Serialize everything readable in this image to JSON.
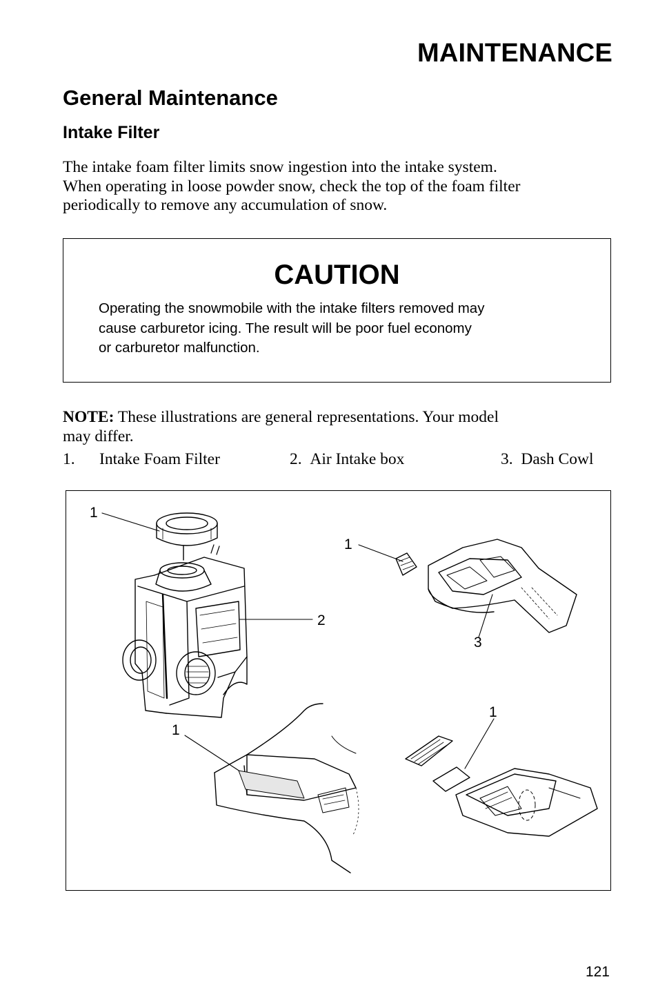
{
  "header": {
    "section": "MAINTENANCE"
  },
  "headings": {
    "main": "General Maintenance",
    "sub": "Intake Filter"
  },
  "intro": {
    "lines": [
      "The intake foam filter limits snow ingestion into the intake system.",
      "When operating in loose powder snow, check the top of the foam filter",
      "periodically to remove any accumulation of snow."
    ]
  },
  "caution": {
    "title": "CAUTION",
    "lines": [
      "Operating the snowmobile with the intake filters removed may",
      "cause carburetor icing.  The result will be poor fuel economy",
      "or carburetor malfunction."
    ]
  },
  "note": {
    "label": "NOTE:",
    "line1": " These illustrations are general representations.  Your model",
    "line2": "may differ."
  },
  "legend": [
    {
      "number": "1.",
      "label": "Intake Foam Filter"
    },
    {
      "number": "2.",
      "label": "Air Intake box"
    },
    {
      "number": "3.",
      "label": "Dash Cowl"
    }
  ],
  "figure": {
    "callouts": [
      "1",
      "1",
      "2",
      "3",
      "1",
      "1"
    ]
  },
  "footer": {
    "page_number": "121"
  }
}
